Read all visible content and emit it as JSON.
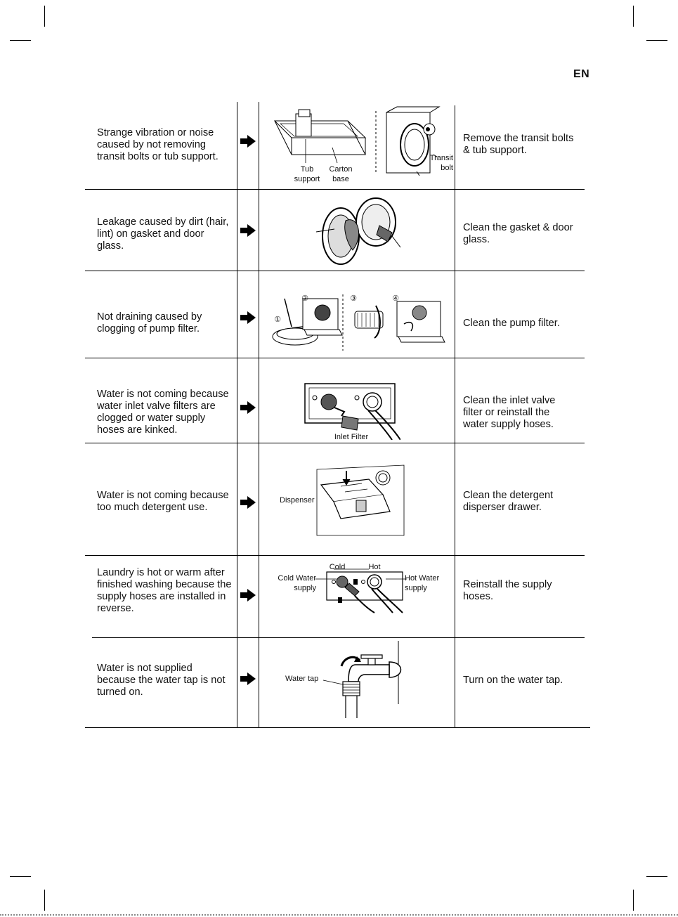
{
  "page": {
    "language_tag": "EN"
  },
  "rows": [
    {
      "cause": "Strange vibration or noise\ncaused by not removing\ntransit bolts or tub support.",
      "solution": "Remove the transit bolts\n& tub support.",
      "labels": {
        "tub_support": "Tub\nsupport",
        "carton_base": "Carton\nbase",
        "transit_bolt": "Transit\nbolt"
      }
    },
    {
      "cause": "Leakage caused by dirt (hair,\nlint) on gasket and door\nglass.",
      "solution": "Clean the gasket & door\nglass."
    },
    {
      "cause": "Not draining caused by\nclogging of pump filter.",
      "solution": "Clean the pump filter.",
      "labels": {
        "step1": "①",
        "step2": "②",
        "step3": "③",
        "step4": "④"
      }
    },
    {
      "cause": "Water is not coming because\nwater inlet valve filters are\nclogged or water supply\nhoses are kinked.",
      "solution": "Clean the inlet valve\nfilter or reinstall the\nwater supply hoses.",
      "labels": {
        "inlet_filter": "Inlet Filter"
      }
    },
    {
      "cause": "Water is not coming because\ntoo much detergent use.",
      "solution": "Clean the detergent\ndisperser drawer.",
      "labels": {
        "dispenser": "Dispenser"
      }
    },
    {
      "cause": "Laundry is hot or warm after\nfinished washing because the\nsupply hoses are installed in\nreverse.",
      "solution": "Reinstall the supply\nhoses.",
      "labels": {
        "cold": "Cold",
        "hot": "Hot",
        "cold_water_supply": "Cold Water\nsupply",
        "hot_water_supply": "Hot Water\nsupply"
      }
    },
    {
      "cause": "Water is not supplied\nbecause the water tap is not\nturned on.",
      "solution": "Turn on the water tap.",
      "labels": {
        "water_tap": "Water tap"
      }
    }
  ]
}
